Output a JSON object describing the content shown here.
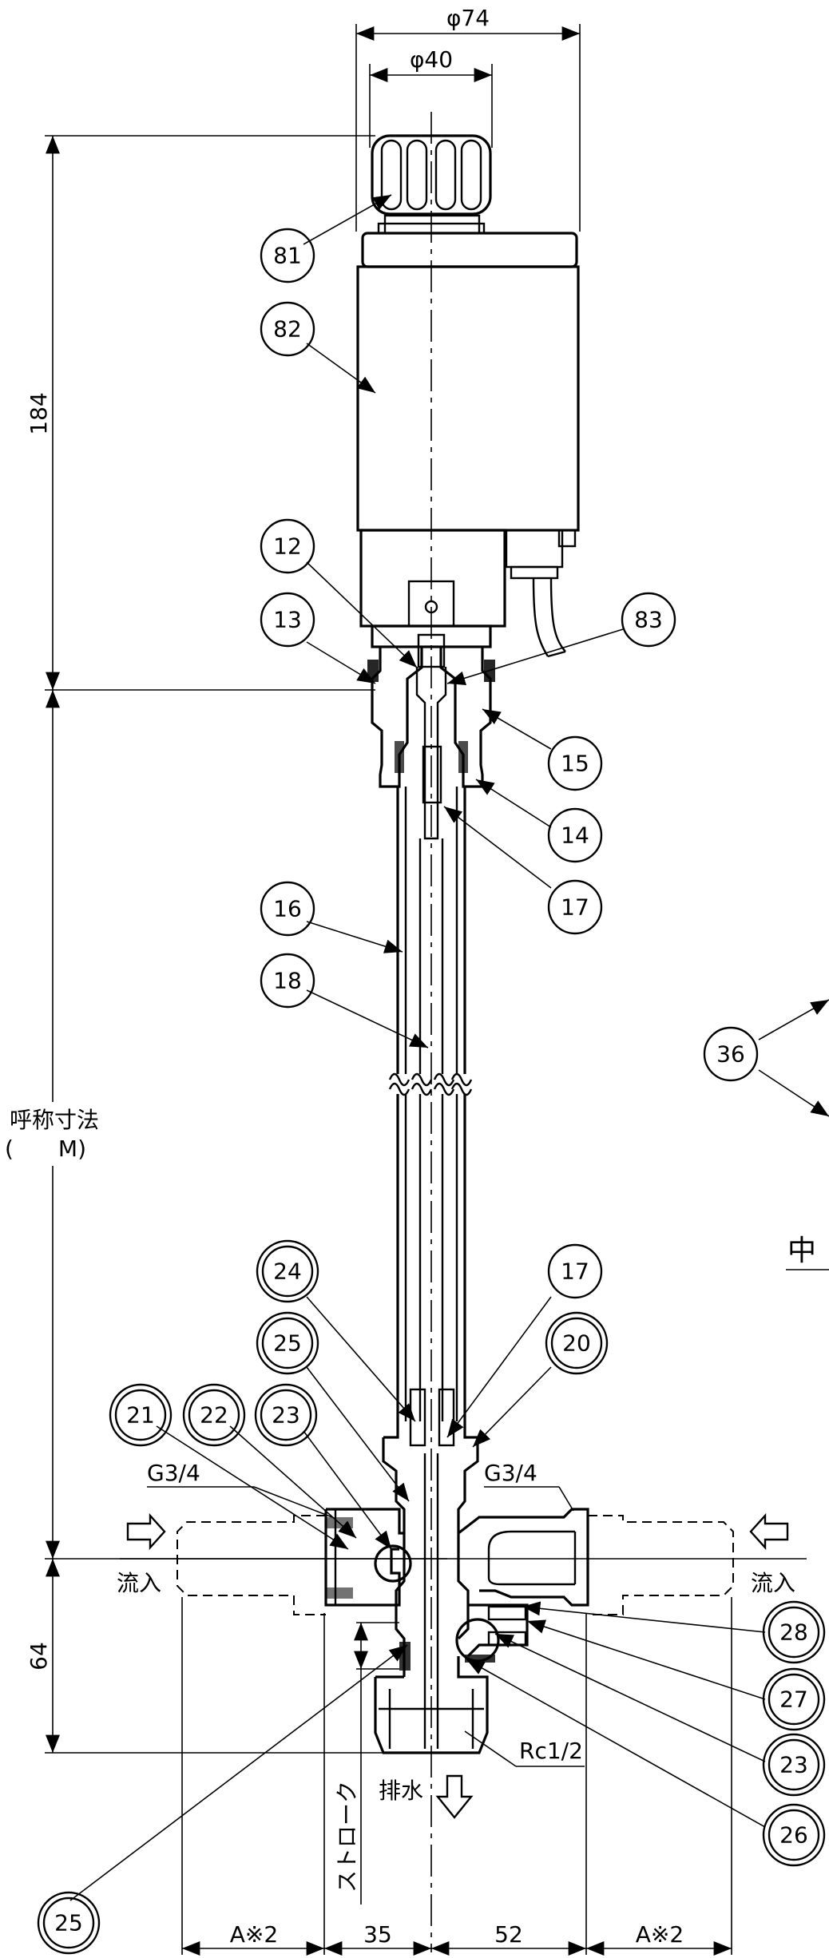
{
  "dimensions": {
    "phi74": "φ74",
    "phi40": "φ40",
    "d184": "184",
    "d64": "64",
    "d35": "35",
    "d52": "52",
    "a_left": "A※2",
    "a_right": "A※2"
  },
  "labels": {
    "nominal_size_line1": "呼称寸法",
    "nominal_size_line2": "(　　M)",
    "inlet_left": "流入",
    "inlet_right": "流入",
    "g34_left": "G3/4",
    "g34_right": "G3/4",
    "rc12": "Rc1/2",
    "drain": "排水",
    "stroke": "ストローク",
    "partial_text": "中"
  },
  "parts": {
    "p81": "81",
    "p82": "82",
    "p12": "12",
    "p13": "13",
    "p83": "83",
    "p15": "15",
    "p14": "14",
    "p17a": "17",
    "p16": "16",
    "p18": "18",
    "p36": "36",
    "p24": "24",
    "p25a": "25",
    "p17b": "17",
    "p20": "20",
    "p21": "21",
    "p22": "22",
    "p23a": "23",
    "p28": "28",
    "p27": "27",
    "p23b": "23",
    "p26": "26",
    "p25b": "25"
  }
}
